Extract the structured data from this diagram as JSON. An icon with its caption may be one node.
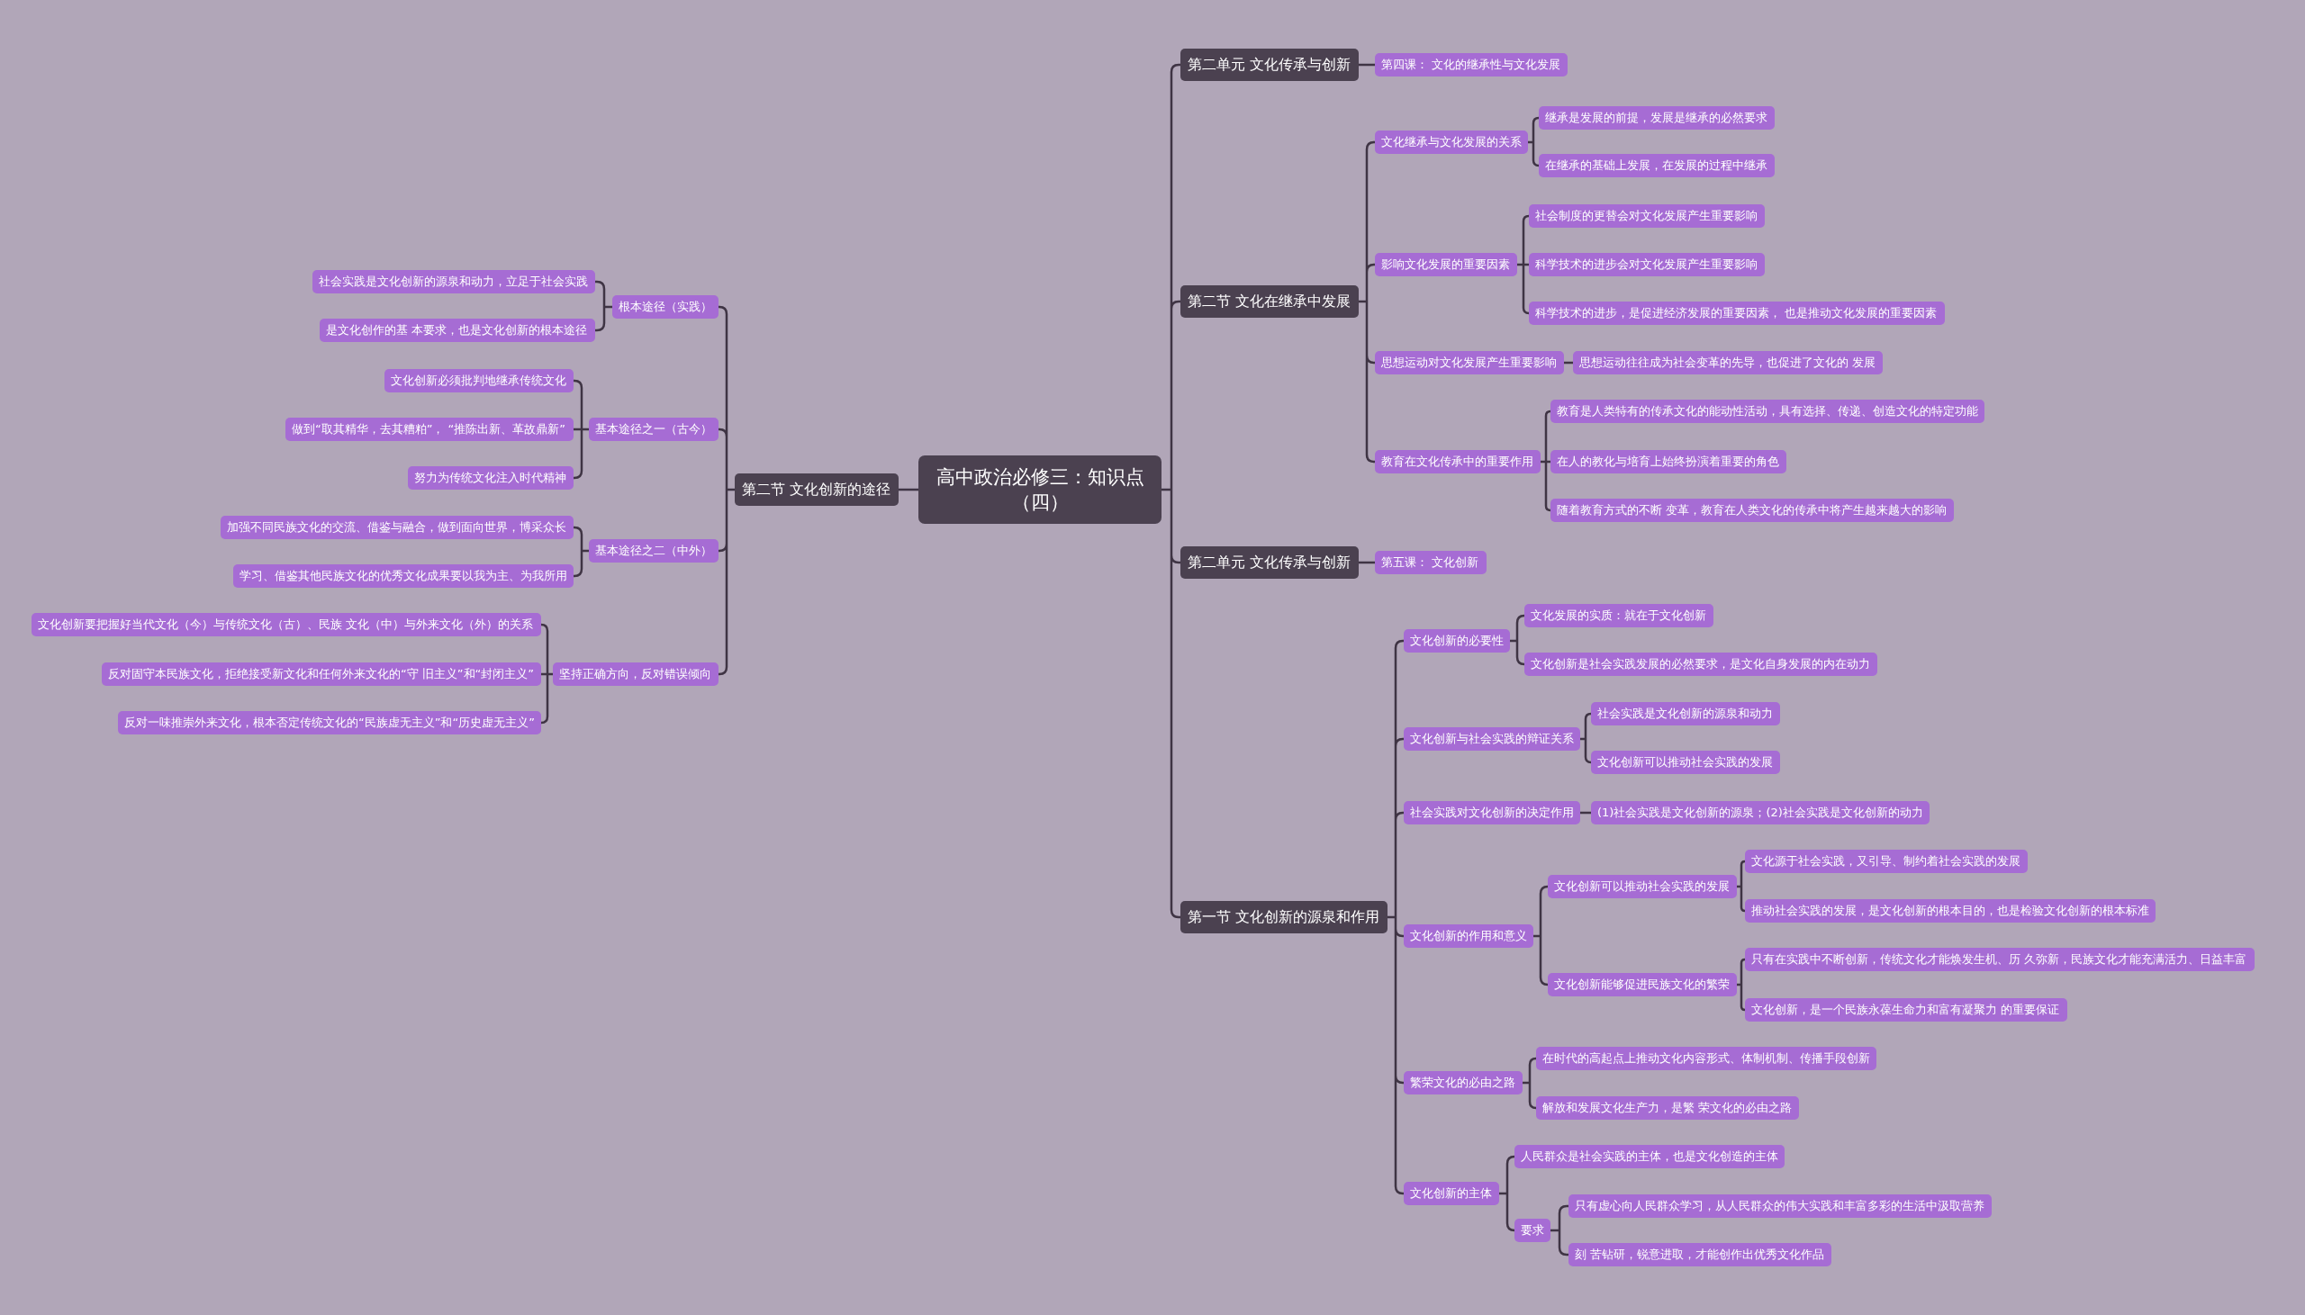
{
  "diagram": {
    "nodes": [
      {
        "text": [
          "高中政治必修三：知识点（四）"
        ]
      },
      {
        "text": [
          "第二单元 文化传承与创新"
        ]
      },
      {
        "text": [
          "第四课： 文化的继承性与文化发展"
        ]
      },
      {
        "text": [
          "第二节 文化在继承中发展"
        ]
      },
      {
        "text": [
          "文化继承与文化发展的关系"
        ]
      },
      {
        "text": [
          "继承是发展的前提，发展是继承的必然要求"
        ]
      },
      {
        "text": [
          "在继承的基础上发展，在发展的过程中继承"
        ]
      },
      {
        "text": [
          "影响文化发展的重要因素"
        ]
      },
      {
        "text": [
          "社会制度的更替会对文化发展产生重要影响"
        ]
      },
      {
        "text": [
          "科学技术的进步会对文化发展产生重要影响"
        ]
      },
      {
        "text": [
          "科学技术的进步，是促进经济发展的重要因素， 也是推动文化发展的重要因素"
        ]
      },
      {
        "text": [
          "思想运动对文化发展产生重要影响"
        ]
      },
      {
        "text": [
          "思想运动往往成为社会变革的先导，也促进了文化的 发展"
        ]
      },
      {
        "text": [
          "教育在文化传承中的重要作用"
        ]
      },
      {
        "text": [
          "教育是人类特有的传承文化的能动性活动，具有选择、传递、创造文化的特定功能"
        ]
      },
      {
        "text": [
          "在人的教化与培育上始终扮演着重要的角色"
        ]
      },
      {
        "text": [
          "随着教育方式的不断 变革，教育在人类文化的传承中将产生越来越大的影响"
        ]
      },
      {
        "text": [
          "第二单元 文化传承与创新"
        ]
      },
      {
        "text": [
          "第五课： 文化创新"
        ]
      },
      {
        "text": [
          "第一节 文化创新的源泉和作用"
        ]
      },
      {
        "text": [
          "文化创新的必要性"
        ]
      },
      {
        "text": [
          "文化发展的实质：就在于文化创新"
        ]
      },
      {
        "text": [
          "文化创新是社会实践发展的必然要求，是文化自身发展的内在动力"
        ]
      },
      {
        "text": [
          "文化创新与社会实践的辩证关系"
        ]
      },
      {
        "text": [
          "社会实践是文化创新的源泉和动力"
        ]
      },
      {
        "text": [
          "文化创新可以推动社会实践的发展"
        ]
      },
      {
        "text": [
          "社会实践对文化创新的决定作用"
        ]
      },
      {
        "text": [
          "(1)社会实践是文化创新的源泉；(2)社会实践是文化创新的动力"
        ]
      },
      {
        "text": [
          "文化创新的作用和意义"
        ]
      },
      {
        "text": [
          "文化创新可以推动社会实践的发展"
        ]
      },
      {
        "text": [
          "文化源于社会实践，又引导、制约着社会实践的发展"
        ]
      },
      {
        "text": [
          "推动社会实践的发展，是文化创新的根本目的，也是检验文化创新的根本标准"
        ]
      },
      {
        "text": [
          "文化创新能够促进民族文化的繁荣"
        ]
      },
      {
        "text": [
          "只有在实践中不断创新，传统文化才能焕发生机、历 久弥新，民族文化才能充满活力、日益丰富"
        ]
      },
      {
        "text": [
          "文化创新，是一个民族永葆生命力和富有凝聚力 的重要保证"
        ]
      },
      {
        "text": [
          "繁荣文化的必由之路"
        ]
      },
      {
        "text": [
          "在时代的高起点上推动文化内容形式、体制机制、传播手段创新"
        ]
      },
      {
        "text": [
          "解放和发展文化生产力，是繁 荣文化的必由之路"
        ]
      },
      {
        "text": [
          "文化创新的主体"
        ]
      },
      {
        "text": [
          "人民群众是社会实践的主体，也是文化创造的主体"
        ]
      },
      {
        "text": [
          "要求"
        ]
      },
      {
        "text": [
          "只有虚心向人民群众学习，从人民群众的伟大实践和丰富多彩的生活中汲取营养"
        ]
      },
      {
        "text": [
          "刻 苦钻研，锐意进取，才能创作出优秀文化作品"
        ]
      },
      {
        "text": [
          "第二节 文化创新的途径"
        ]
      },
      {
        "text": [
          "根本途径（实践）"
        ]
      },
      {
        "text": [
          "社会实践是文化创新的源泉和动力，立足于社会实践"
        ]
      },
      {
        "text": [
          "是文化创作的基 本要求，也是文化创新的根本途径"
        ]
      },
      {
        "text": [
          "基本途径之一（古今）"
        ]
      },
      {
        "text": [
          "文化创新必须批判地继承传统文化"
        ]
      },
      {
        "text": [
          "做到“取其精华，去其糟粕”， “推陈出新、革故鼎新”"
        ]
      },
      {
        "text": [
          "努力为传统文化注入时代精神"
        ]
      },
      {
        "text": [
          "基本途径之二（中外）"
        ]
      },
      {
        "text": [
          "加强不同民族文化的交流、借鉴与融合，做到面向世界，博采众长"
        ]
      },
      {
        "text": [
          "学习、借鉴其他民族文化的优秀文化成果要以我为主、为我所用"
        ]
      },
      {
        "text": [
          "坚持正确方向，反对错误倾向"
        ]
      },
      {
        "text": [
          "文化创新要把握好当代文化（今）与传统文化（古）、民族 文化（中）与外来文化（外）的关系"
        ]
      },
      {
        "text": [
          "反对固守本民族文化，拒绝接受新文化和任何外来文化的“守 旧主义”和“封闭主义”"
        ]
      },
      {
        "text": [
          "反对一味推崇外来文化，根本否定传统文化的“民族虚无主义”和“历史虚无主义”"
        ]
      }
    ],
    "edges": [
      {
        "from": 0,
        "to": 1,
        "arrow": "none"
      },
      {
        "from": 1,
        "to": 2,
        "arrow": "none"
      },
      {
        "from": 0,
        "to": 3,
        "arrow": "none"
      },
      {
        "from": 3,
        "to": 4,
        "arrow": "none"
      },
      {
        "from": 4,
        "to": 5,
        "arrow": "none"
      },
      {
        "from": 4,
        "to": 6,
        "arrow": "none"
      },
      {
        "from": 3,
        "to": 7,
        "arrow": "none"
      },
      {
        "from": 7,
        "to": 8,
        "arrow": "none"
      },
      {
        "from": 7,
        "to": 9,
        "arrow": "none"
      },
      {
        "from": 7,
        "to": 10,
        "arrow": "none"
      },
      {
        "from": 3,
        "to": 11,
        "arrow": "none"
      },
      {
        "from": 11,
        "to": 12,
        "arrow": "none"
      },
      {
        "from": 3,
        "to": 13,
        "arrow": "none"
      },
      {
        "from": 13,
        "to": 14,
        "arrow": "none"
      },
      {
        "from": 13,
        "to": 15,
        "arrow": "none"
      },
      {
        "from": 13,
        "to": 16,
        "arrow": "none"
      },
      {
        "from": 0,
        "to": 17,
        "arrow": "none"
      },
      {
        "from": 17,
        "to": 18,
        "arrow": "none"
      },
      {
        "from": 0,
        "to": 19,
        "arrow": "none"
      },
      {
        "from": 19,
        "to": 20,
        "arrow": "none"
      },
      {
        "from": 20,
        "to": 21,
        "arrow": "none"
      },
      {
        "from": 20,
        "to": 22,
        "arrow": "none"
      },
      {
        "from": 19,
        "to": 23,
        "arrow": "none"
      },
      {
        "from": 23,
        "to": 24,
        "arrow": "none"
      },
      {
        "from": 23,
        "to": 25,
        "arrow": "none"
      },
      {
        "from": 19,
        "to": 26,
        "arrow": "none"
      },
      {
        "from": 26,
        "to": 27,
        "arrow": "none"
      },
      {
        "from": 19,
        "to": 28,
        "arrow": "none"
      },
      {
        "from": 28,
        "to": 29,
        "arrow": "none"
      },
      {
        "from": 29,
        "to": 30,
        "arrow": "none"
      },
      {
        "from": 29,
        "to": 31,
        "arrow": "none"
      },
      {
        "from": 28,
        "to": 32,
        "arrow": "none"
      },
      {
        "from": 32,
        "to": 33,
        "arrow": "none"
      },
      {
        "from": 32,
        "to": 34,
        "arrow": "none"
      },
      {
        "from": 19,
        "to": 35,
        "arrow": "none"
      },
      {
        "from": 35,
        "to": 36,
        "arrow": "none"
      },
      {
        "from": 35,
        "to": 37,
        "arrow": "none"
      },
      {
        "from": 19,
        "to": 38,
        "arrow": "none"
      },
      {
        "from": 38,
        "to": 39,
        "arrow": "none"
      },
      {
        "from": 38,
        "to": 40,
        "arrow": "none"
      },
      {
        "from": 40,
        "to": 41,
        "arrow": "none"
      },
      {
        "from": 40,
        "to": 42,
        "arrow": "none"
      },
      {
        "from": 0,
        "to": 43,
        "arrow": "none"
      },
      {
        "from": 43,
        "to": 44,
        "arrow": "none"
      },
      {
        "from": 44,
        "to": 45,
        "arrow": "none"
      },
      {
        "from": 44,
        "to": 46,
        "arrow": "none"
      },
      {
        "from": 43,
        "to": 47,
        "arrow": "none"
      },
      {
        "from": 47,
        "to": 48,
        "arrow": "none"
      },
      {
        "from": 47,
        "to": 49,
        "arrow": "none"
      },
      {
        "from": 47,
        "to": 50,
        "arrow": "none"
      },
      {
        "from": 43,
        "to": 51,
        "arrow": "none"
      },
      {
        "from": 51,
        "to": 52,
        "arrow": "none"
      },
      {
        "from": 51,
        "to": 53,
        "arrow": "none"
      },
      {
        "from": 43,
        "to": 54,
        "arrow": "none"
      },
      {
        "from": 54,
        "to": 55,
        "arrow": "none"
      },
      {
        "from": 54,
        "to": 56,
        "arrow": "none"
      },
      {
        "from": 54,
        "to": 57,
        "arrow": "none"
      }
    ]
  }
}
